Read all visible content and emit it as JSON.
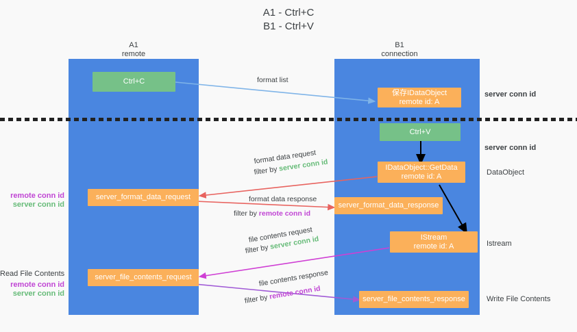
{
  "title": {
    "line1": "A1 - Ctrl+C",
    "line2": "B1 - Ctrl+V"
  },
  "columns": [
    {
      "name": "A1",
      "sub": "remote"
    },
    {
      "name": "B1",
      "sub": "connection"
    }
  ],
  "boxes": {
    "ctrl_c": "Ctrl+C",
    "ctrl_v": "Ctrl+V",
    "save_dataobject_l1": "保存IDataObject",
    "save_dataobject_l2": "remote id: A",
    "getdata_l1": "IDataObject::GetData",
    "getdata_l2": "remote id: A",
    "istream_l1": "IStream",
    "istream_l2": "remote id: A",
    "server_format_data_request": "server_format_data_request",
    "server_format_data_response": "server_format_data_response",
    "server_file_contents_request": "server_file_contents_request",
    "server_file_contents_response": "server_file_contents_response"
  },
  "edge_labels": {
    "format_list": "format list",
    "format_data_request": "format data request",
    "format_data_request_filter_prefix": "filter by ",
    "format_data_request_filter_key": "server conn id",
    "format_data_response": "format data response",
    "format_data_response_filter_prefix": "filter by ",
    "format_data_response_filter_key": "remote conn id",
    "file_contents_request": "file contents request",
    "file_contents_request_filter_prefix": "filter by ",
    "file_contents_request_filter_key": "server conn id",
    "file_contents_response": "file contents response",
    "file_contents_response_filter_prefix": "filter by ",
    "file_contents_response_filter_key": "remote conn id"
  },
  "right_labels": {
    "server_conn_id_top": "server conn id",
    "server_conn_id_mid": "server conn id",
    "dataobject": "DataObject",
    "istream": "Istream",
    "write_file_contents": "Write File Contents"
  },
  "left_labels": {
    "remote_conn_id_1": "remote conn id",
    "server_conn_id_1": "server conn id",
    "read_file_contents": "Read File Contents",
    "remote_conn_id_2": "remote conn id",
    "server_conn_id_2": "server conn id"
  },
  "colors": {
    "lane": "#4a86e0",
    "green_box": "#76c188",
    "orange_box": "#fbb05a",
    "green_text": "#66bb78",
    "purple_text": "#c045d4",
    "arrow_blue": "#7fb4e8",
    "arrow_red": "#e8635f",
    "arrow_magenta": "#cf3fd4",
    "arrow_purple": "#a05ad6",
    "arrow_black": "#000000",
    "background": "#f9f9f9"
  }
}
